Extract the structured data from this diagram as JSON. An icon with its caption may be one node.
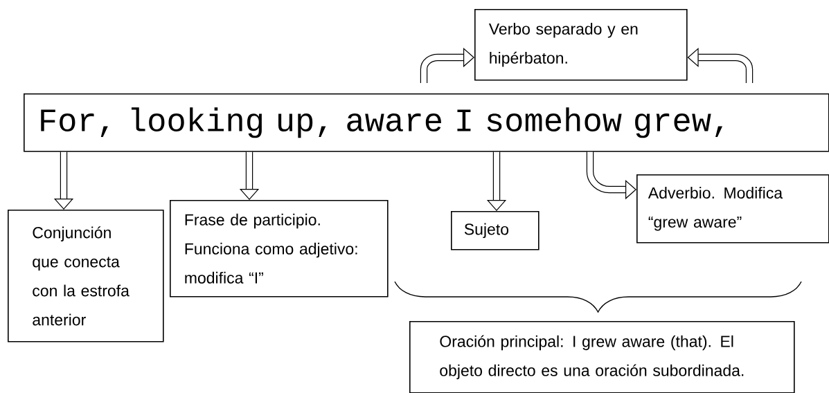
{
  "diagram": {
    "nodes": [
      {
        "text": [
          "Verbo separado y en hipérbaton."
        ]
      },
      {
        "text": [
          "For, looking up, aware I somehow grew,"
        ]
      },
      {
        "text": [
          "Conjunción que conecta con la estrofa anterior"
        ]
      },
      {
        "text": [
          "Frase de participio. Funciona como adjetivo: modifica “I”"
        ]
      },
      {
        "text": [
          "Sujeto"
        ]
      },
      {
        "text": [
          "Adverbio. Modifica “grew aware”"
        ]
      },
      {
        "text": [
          "Oración principal: I grew aware (that). El objeto directo es una oración subordinada."
        ]
      }
    ],
    "edges": [
      {
        "from": null,
        "to": 0,
        "arrow": "to"
      },
      {
        "from": null,
        "to": 0,
        "arrow": "to"
      },
      {
        "from": 1,
        "to": 2,
        "arrow": "to"
      },
      {
        "from": 1,
        "to": 3,
        "arrow": "to"
      },
      {
        "from": 1,
        "to": 4,
        "arrow": "to"
      },
      {
        "from": 1,
        "to": 5,
        "arrow": "to"
      }
    ]
  }
}
